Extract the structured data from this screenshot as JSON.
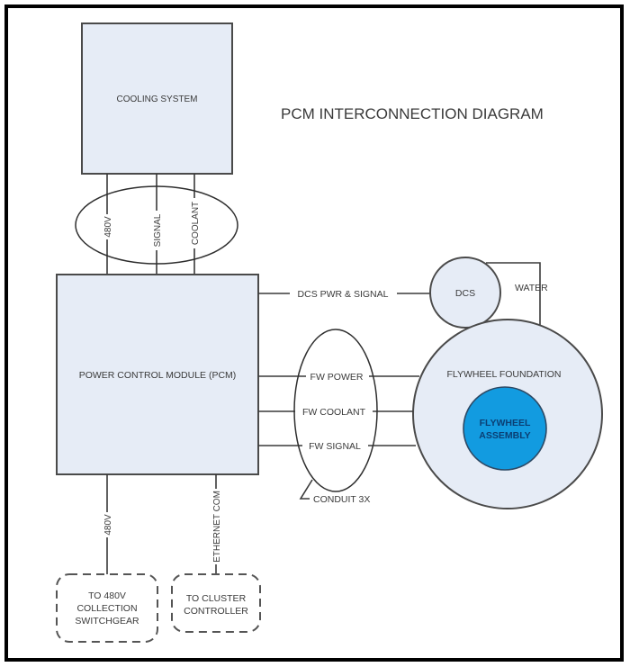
{
  "title": "PCM INTERCONNECTION DIAGRAM",
  "colors": {
    "box_fill": "#e6ecf6",
    "assembly_fill": "#129be0",
    "assembly_text": "#0b3f73",
    "line": "#3a3a3a",
    "frame": "#000000"
  },
  "nodes": {
    "cooling_system": "COOLING SYSTEM",
    "pcm": "POWER CONTROL MODULE (PCM)",
    "dcs": "DCS",
    "flywheel_foundation": "FLYWHEEL FOUNDATION",
    "flywheel_assembly_line1": "FLYWHEEL",
    "flywheel_assembly_line2": "ASSEMBLY",
    "switchgear_line1": "TO 480V",
    "switchgear_line2": "COLLECTION",
    "switchgear_line3": "SWITCHGEAR",
    "cluster_line1": "TO CLUSTER",
    "cluster_line2": "CONTROLLER"
  },
  "connections": {
    "cooling_480v": "480V",
    "cooling_signal": "SIGNAL",
    "cooling_coolant": "COOLANT",
    "dcs_pwr_signal": "DCS PWR & SIGNAL",
    "water": "WATER",
    "fw_power": "FW POWER",
    "fw_coolant": "FW COOLANT",
    "fw_signal": "FW SIGNAL",
    "conduit": "CONDUIT 3X",
    "pcm_480v": "480V",
    "ethernet": "ETHERNET COM"
  }
}
